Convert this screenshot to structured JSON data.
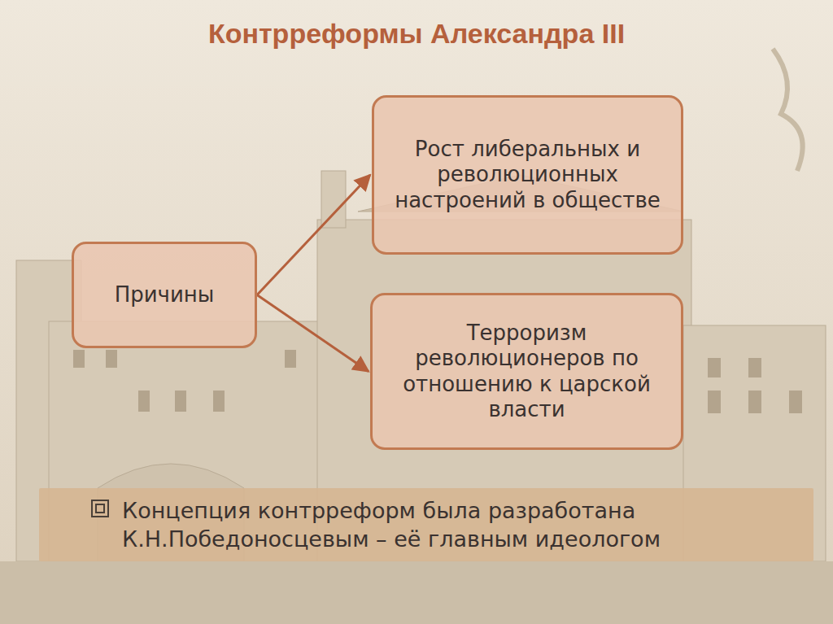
{
  "diagram": {
    "title": "Контрреформы Александра III",
    "nodes": [
      {
        "text": [
          "Причины"
        ]
      },
      {
        "text": [
          "Рост либеральных и революционных настроений в обществе"
        ]
      },
      {
        "text": [
          "Терроризм революционеров по отношению к царской власти"
        ]
      },
      {
        "text": [
          "Концепция контрреформ была разработана К.Н.Победоносцевым – её главным идеологом"
        ]
      }
    ],
    "edges": [
      {
        "from": 0,
        "to": 1,
        "arrow": "to"
      },
      {
        "from": 0,
        "to": 2,
        "arrow": "to"
      }
    ]
  }
}
